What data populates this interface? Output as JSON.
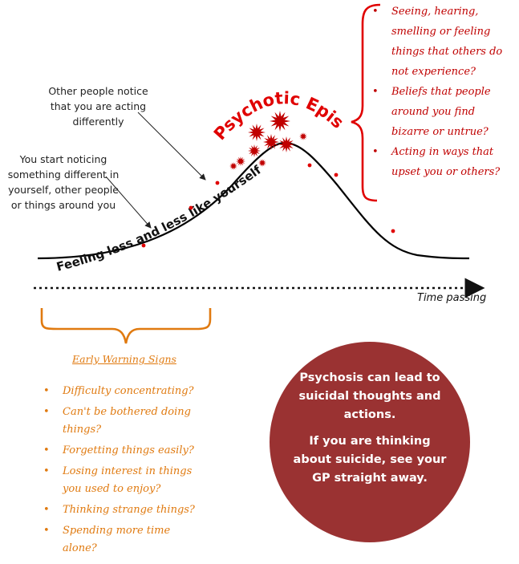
{
  "episode_title": "Psychotic Episode",
  "curve_label": "Feeling less and less like yourself",
  "notes": {
    "others_notice": "Other people notice that you are acting differently",
    "you_notice": "You start noticing something different in yourself, other people or things around you"
  },
  "time_label": "Time passing",
  "psychosis_signs": [
    "Seeing, hearing, smelling or feeling things that others do not experience?",
    "Beliefs that people around you find bizarre or untrue?",
    "Acting in ways that upset you or others?"
  ],
  "early_warning": {
    "title": "Early Warning Signs",
    "items": [
      "Difficulty concentrating?",
      "Can't be bothered doing things?",
      "Forgetting things easily?",
      "Losing interest in things you used to enjoy?",
      "Thinking strange things?",
      "Spending more time alone?"
    ]
  },
  "callout": {
    "line1": "Psychosis can lead to suicidal thoughts and actions.",
    "line2": "If you are thinking about suicide, see your GP straight away."
  },
  "colors": {
    "red": "#c00000",
    "orange": "#e07a10",
    "circle": "#9a3232"
  },
  "bullet_glyph": "•"
}
